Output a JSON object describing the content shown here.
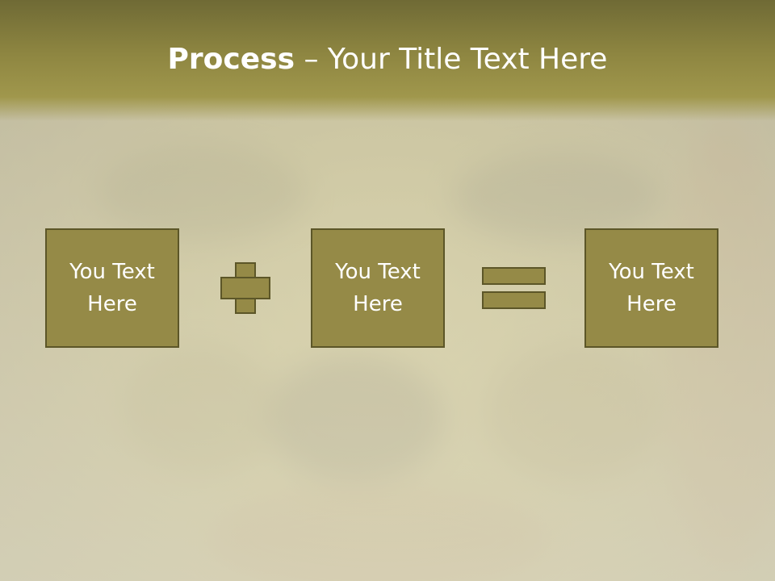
{
  "slide": {
    "title_bold": "Process",
    "title_rest": " – Your Title Text Here"
  },
  "boxes": [
    {
      "line1": "You Text",
      "line2": "Here"
    },
    {
      "line1": "You Text",
      "line2": "Here"
    },
    {
      "line1": "You Text",
      "line2": "Here"
    }
  ],
  "colors": {
    "accent": "#958a47",
    "border": "#5c5628",
    "title_bar": "#8e8641",
    "text": "#ffffff"
  },
  "icons": {
    "operator_1": "plus-icon",
    "operator_2": "equals-icon"
  }
}
